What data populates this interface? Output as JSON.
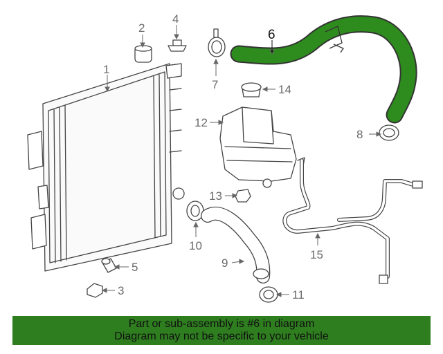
{
  "callouts": {
    "c1": "1",
    "c2": "2",
    "c3": "3",
    "c4": "4",
    "c5": "5",
    "c6": "6",
    "c7": "7",
    "c8": "8",
    "c9": "9",
    "c10": "10",
    "c11": "11",
    "c12": "12",
    "c13": "13",
    "c14": "14",
    "c15": "15"
  },
  "highlight": {
    "part_number": "6",
    "color": "#2e8b1e"
  },
  "footer": {
    "line1": "Part or sub-assembly is #6 in diagram",
    "line2": "Diagram may not be specific to your vehicle",
    "background": "#2e7d1f"
  }
}
